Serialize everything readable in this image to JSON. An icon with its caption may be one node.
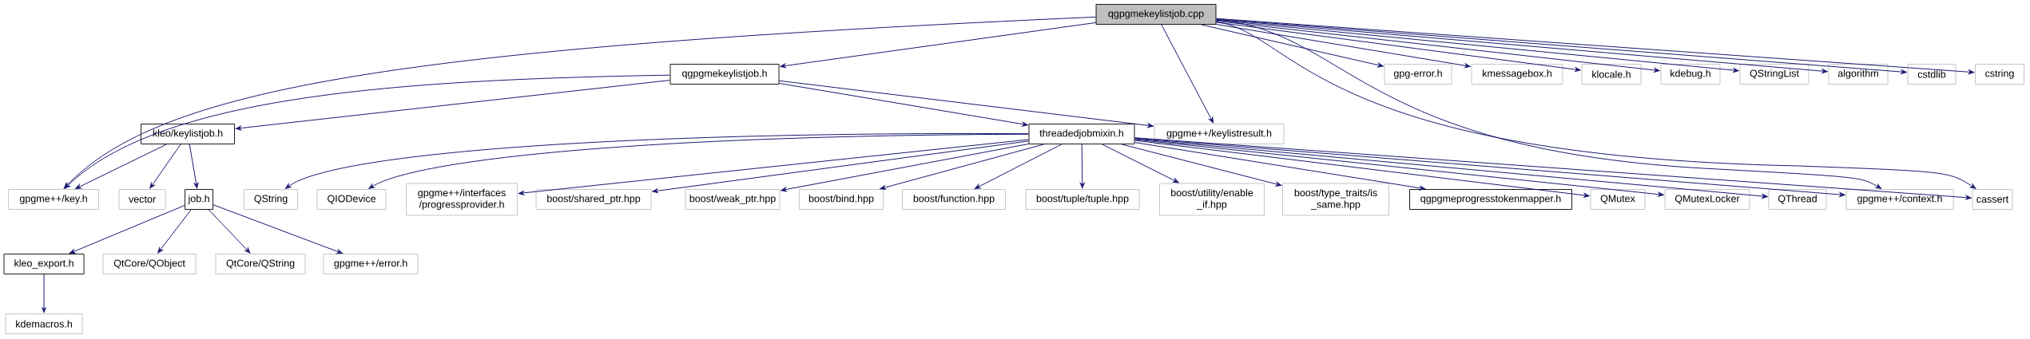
{
  "diagram": {
    "nodes": [
      {
        "text": [
          "qgpgmekeylistjob.cpp"
        ]
      },
      {
        "text": [
          "qgpgmekeylistjob.h"
        ]
      },
      {
        "text": [
          "kleo/keylistjob.h"
        ]
      },
      {
        "text": [
          "threadedjobmixin.h"
        ]
      },
      {
        "text": [
          "gpgme++/keylistresult.h"
        ]
      },
      {
        "text": [
          "gpgme++/key.h"
        ]
      },
      {
        "text": [
          "vector"
        ]
      },
      {
        "text": [
          "job.h"
        ]
      },
      {
        "text": [
          "QString"
        ]
      },
      {
        "text": [
          "QIODevice"
        ]
      },
      {
        "text": [
          "gpgme++/interfaces /progressprovider.h"
        ]
      },
      {
        "text": [
          "boost/shared_ptr.hpp"
        ]
      },
      {
        "text": [
          "boost/weak_ptr.hpp"
        ]
      },
      {
        "text": [
          "boost/bind.hpp"
        ]
      },
      {
        "text": [
          "boost/function.hpp"
        ]
      },
      {
        "text": [
          "boost/tuple/tuple.hpp"
        ]
      },
      {
        "text": [
          "boost/utility/enable _if.hpp"
        ]
      },
      {
        "text": [
          "boost/type_traits/is _same.hpp"
        ]
      },
      {
        "text": [
          "qgpgmeprogresstokenmapper.h"
        ]
      },
      {
        "text": [
          "QMutex"
        ]
      },
      {
        "text": [
          "QMutexLocker"
        ]
      },
      {
        "text": [
          "QThread"
        ]
      },
      {
        "text": [
          "gpgme++/context.h"
        ]
      },
      {
        "text": [
          "cassert"
        ]
      },
      {
        "text": [
          "gpg-error.h"
        ]
      },
      {
        "text": [
          "kmessagebox.h"
        ]
      },
      {
        "text": [
          "klocale.h"
        ]
      },
      {
        "text": [
          "kdebug.h"
        ]
      },
      {
        "text": [
          "QStringList"
        ]
      },
      {
        "text": [
          "algorithm"
        ]
      },
      {
        "text": [
          "cstdlib"
        ]
      },
      {
        "text": [
          "cstring"
        ]
      },
      {
        "text": [
          "kleo_export.h"
        ]
      },
      {
        "text": [
          "QtCore/QObject"
        ]
      },
      {
        "text": [
          "QtCore/QString"
        ]
      },
      {
        "text": [
          "gpgme++/error.h"
        ]
      },
      {
        "text": [
          "kdemacros.h"
        ]
      }
    ],
    "edges": [
      {
        "from": 0,
        "to": 5,
        "arrow": "to"
      },
      {
        "from": 0,
        "to": 1,
        "arrow": "to"
      },
      {
        "from": 0,
        "to": 4,
        "arrow": "to"
      },
      {
        "from": 0,
        "to": 22,
        "arrow": "to"
      },
      {
        "from": 0,
        "to": 23,
        "arrow": "to"
      },
      {
        "from": 0,
        "to": 24,
        "arrow": "to"
      },
      {
        "from": 0,
        "to": 25,
        "arrow": "to"
      },
      {
        "from": 0,
        "to": 26,
        "arrow": "to"
      },
      {
        "from": 0,
        "to": 27,
        "arrow": "to"
      },
      {
        "from": 0,
        "to": 28,
        "arrow": "to"
      },
      {
        "from": 0,
        "to": 29,
        "arrow": "to"
      },
      {
        "from": 0,
        "to": 30,
        "arrow": "to"
      },
      {
        "from": 0,
        "to": 31,
        "arrow": "to"
      },
      {
        "from": 1,
        "to": 5,
        "arrow": "to"
      },
      {
        "from": 1,
        "to": 2,
        "arrow": "to"
      },
      {
        "from": 1,
        "to": 3,
        "arrow": "to"
      },
      {
        "from": 1,
        "to": 4,
        "arrow": "to"
      },
      {
        "from": 2,
        "to": 5,
        "arrow": "to"
      },
      {
        "from": 2,
        "to": 6,
        "arrow": "to"
      },
      {
        "from": 2,
        "to": 7,
        "arrow": "to"
      },
      {
        "from": 7,
        "to": 32,
        "arrow": "to"
      },
      {
        "from": 7,
        "to": 33,
        "arrow": "to"
      },
      {
        "from": 7,
        "to": 34,
        "arrow": "to"
      },
      {
        "from": 7,
        "to": 35,
        "arrow": "to"
      },
      {
        "from": 32,
        "to": 36,
        "arrow": "to"
      },
      {
        "from": 3,
        "to": 8,
        "arrow": "to"
      },
      {
        "from": 3,
        "to": 9,
        "arrow": "to"
      },
      {
        "from": 3,
        "to": 10,
        "arrow": "to"
      },
      {
        "from": 3,
        "to": 11,
        "arrow": "to"
      },
      {
        "from": 3,
        "to": 12,
        "arrow": "to"
      },
      {
        "from": 3,
        "to": 13,
        "arrow": "to"
      },
      {
        "from": 3,
        "to": 14,
        "arrow": "to"
      },
      {
        "from": 3,
        "to": 15,
        "arrow": "to"
      },
      {
        "from": 3,
        "to": 16,
        "arrow": "to"
      },
      {
        "from": 3,
        "to": 17,
        "arrow": "to"
      },
      {
        "from": 3,
        "to": 18,
        "arrow": "to"
      },
      {
        "from": 3,
        "to": 19,
        "arrow": "to"
      },
      {
        "from": 3,
        "to": 20,
        "arrow": "to"
      },
      {
        "from": 3,
        "to": 21,
        "arrow": "to"
      },
      {
        "from": 3,
        "to": 22,
        "arrow": "to"
      },
      {
        "from": 3,
        "to": 23,
        "arrow": "to"
      }
    ]
  }
}
